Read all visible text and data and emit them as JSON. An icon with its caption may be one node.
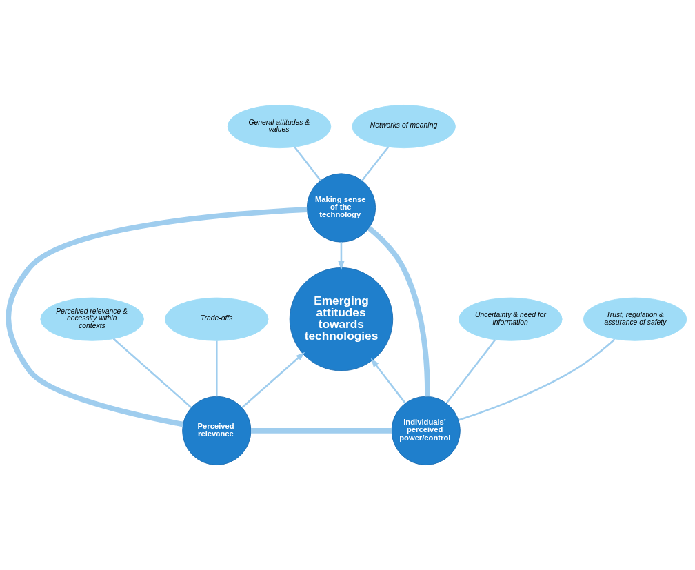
{
  "diagram": {
    "nodes": [
      {
        "text": [
          "General attitudes & values"
        ]
      },
      {
        "text": [
          "Networks of meaning"
        ]
      },
      {
        "text": [
          "Making sense of the technology"
        ]
      },
      {
        "text": [
          "Emerging attitudes towards technologies"
        ]
      },
      {
        "text": [
          "Perceived relevance & necessity within contexts"
        ]
      },
      {
        "text": [
          "Uncertainty & need for information"
        ]
      },
      {
        "text": [
          "Perceived relevance"
        ]
      },
      {
        "text": [
          "Individuals’ perceived power/control"
        ]
      },
      {
        "text": [
          "Trade-offs"
        ]
      },
      {
        "text": [
          "Trust, regulation & assurance of safety"
        ]
      }
    ],
    "edges": [
      {
        "from": 0,
        "to": 2,
        "arrow": "none"
      },
      {
        "from": 1,
        "to": 2,
        "arrow": "none"
      },
      {
        "from": 2,
        "to": 3,
        "arrow": "to"
      },
      {
        "from": 2,
        "to": 6,
        "arrow": "none",
        "style": "thick"
      },
      {
        "from": 2,
        "to": 7,
        "arrow": "none",
        "style": "thick"
      },
      {
        "from": 4,
        "to": 6,
        "arrow": "none"
      },
      {
        "from": 6,
        "to": 3,
        "arrow": "to"
      },
      {
        "from": 7,
        "to": 3,
        "arrow": "to"
      },
      {
        "from": 5,
        "to": 7,
        "arrow": "none"
      },
      {
        "from": 6,
        "to": 7,
        "arrow": "none",
        "style": "thick"
      },
      {
        "from": 8,
        "to": 6,
        "arrow": "none"
      },
      {
        "from": 9,
        "to": 7,
        "arrow": "none"
      }
    ]
  }
}
